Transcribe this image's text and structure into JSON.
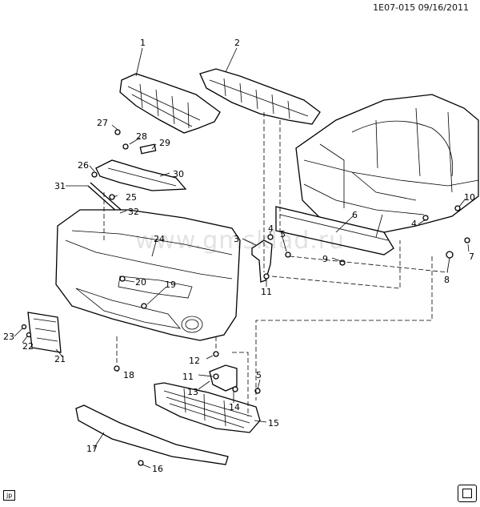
{
  "header": {
    "code": "1E07-015",
    "date": "09/16/2011"
  },
  "watermark": "www.gmsklad.ru",
  "corner_tag": "jp",
  "callouts": [
    "1",
    "2",
    "3",
    "4",
    "4",
    "5",
    "5",
    "6",
    "7",
    "8",
    "9",
    "10",
    "11",
    "11",
    "12",
    "13",
    "14",
    "15",
    "16",
    "17",
    "18",
    "19",
    "20",
    "21",
    "22",
    "23",
    "24",
    "25",
    "26",
    "27",
    "28",
    "29",
    "30",
    "31",
    "32"
  ]
}
